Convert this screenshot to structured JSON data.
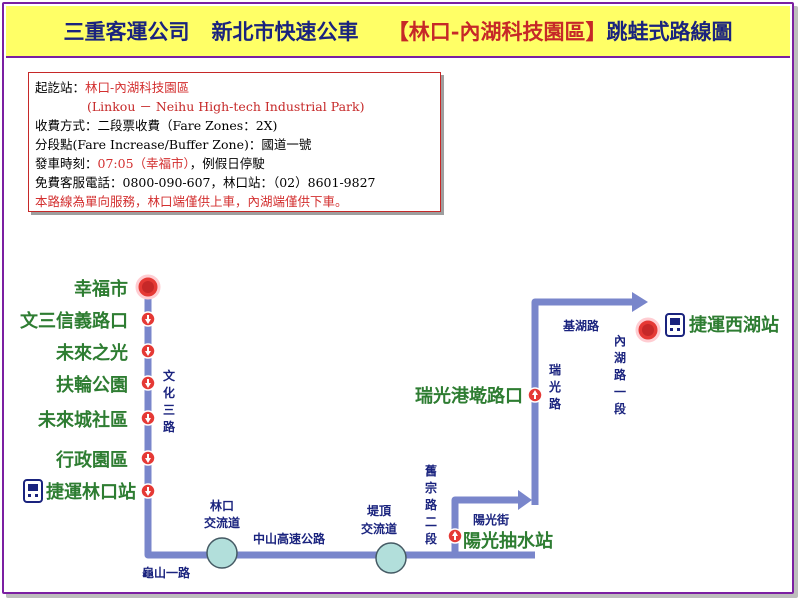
{
  "header": {
    "company": "三重客運公司",
    "service": "新北市快速公車",
    "route_open": "【",
    "route_name": "林口-內湖科技園區",
    "route_close": "】",
    "map_title": "跳蛙式路線圖"
  },
  "info": {
    "terminals_label": "起訖站：",
    "terminals_value": "林口-內湖科技園區",
    "terminals_en": "(Linkou － Neihu High-tech Industrial Park)",
    "fare": "收費方式：二段票收費（Fare Zones：2X)",
    "fare_point": "分段點(Fare Increase/Buffer Zone)：國道一號",
    "departure_label": "發車時刻：",
    "departure_value": "07:05（幸福市）",
    "departure_suffix": "，例假日停駛",
    "hotline": "免費客服電話：0800-090-607，林口站：（02）8601-9827",
    "notice": "本路線為單向服務，林口端僅供上車，內湖端僅供下車。"
  },
  "stops_west": [
    "幸福市",
    "文三信義路口",
    "未來之光",
    "扶輪公園",
    "未來城社區",
    "行政園區",
    "捷運林口站"
  ],
  "stops_east": [
    "陽光抽水站",
    "瑞光港墘路口",
    "捷運西湖站"
  ],
  "roads": {
    "wenhua": [
      "文",
      "化",
      "三",
      "路"
    ],
    "guishan": "龜山一路",
    "linkou_ic": [
      "林口",
      "交流道"
    ],
    "zhongshan": "中山高速公路",
    "diding_ic": [
      "堤頂",
      "交流道"
    ],
    "jiuzong": [
      "舊",
      "宗",
      "路",
      "二",
      "段"
    ],
    "yangguang": "陽光街",
    "ruiguang": [
      "瑞",
      "光",
      "路"
    ],
    "jihu": "基湖路",
    "neihu": [
      "內",
      "湖",
      "路",
      "一",
      "段"
    ]
  },
  "colors": {
    "route": "#7986cb",
    "stop_red": "#e53935",
    "stop_label": "#2e7d32",
    "road_label": "#1a237e",
    "interchange": "#b2dfdb",
    "header_bg": "#ffff66"
  }
}
